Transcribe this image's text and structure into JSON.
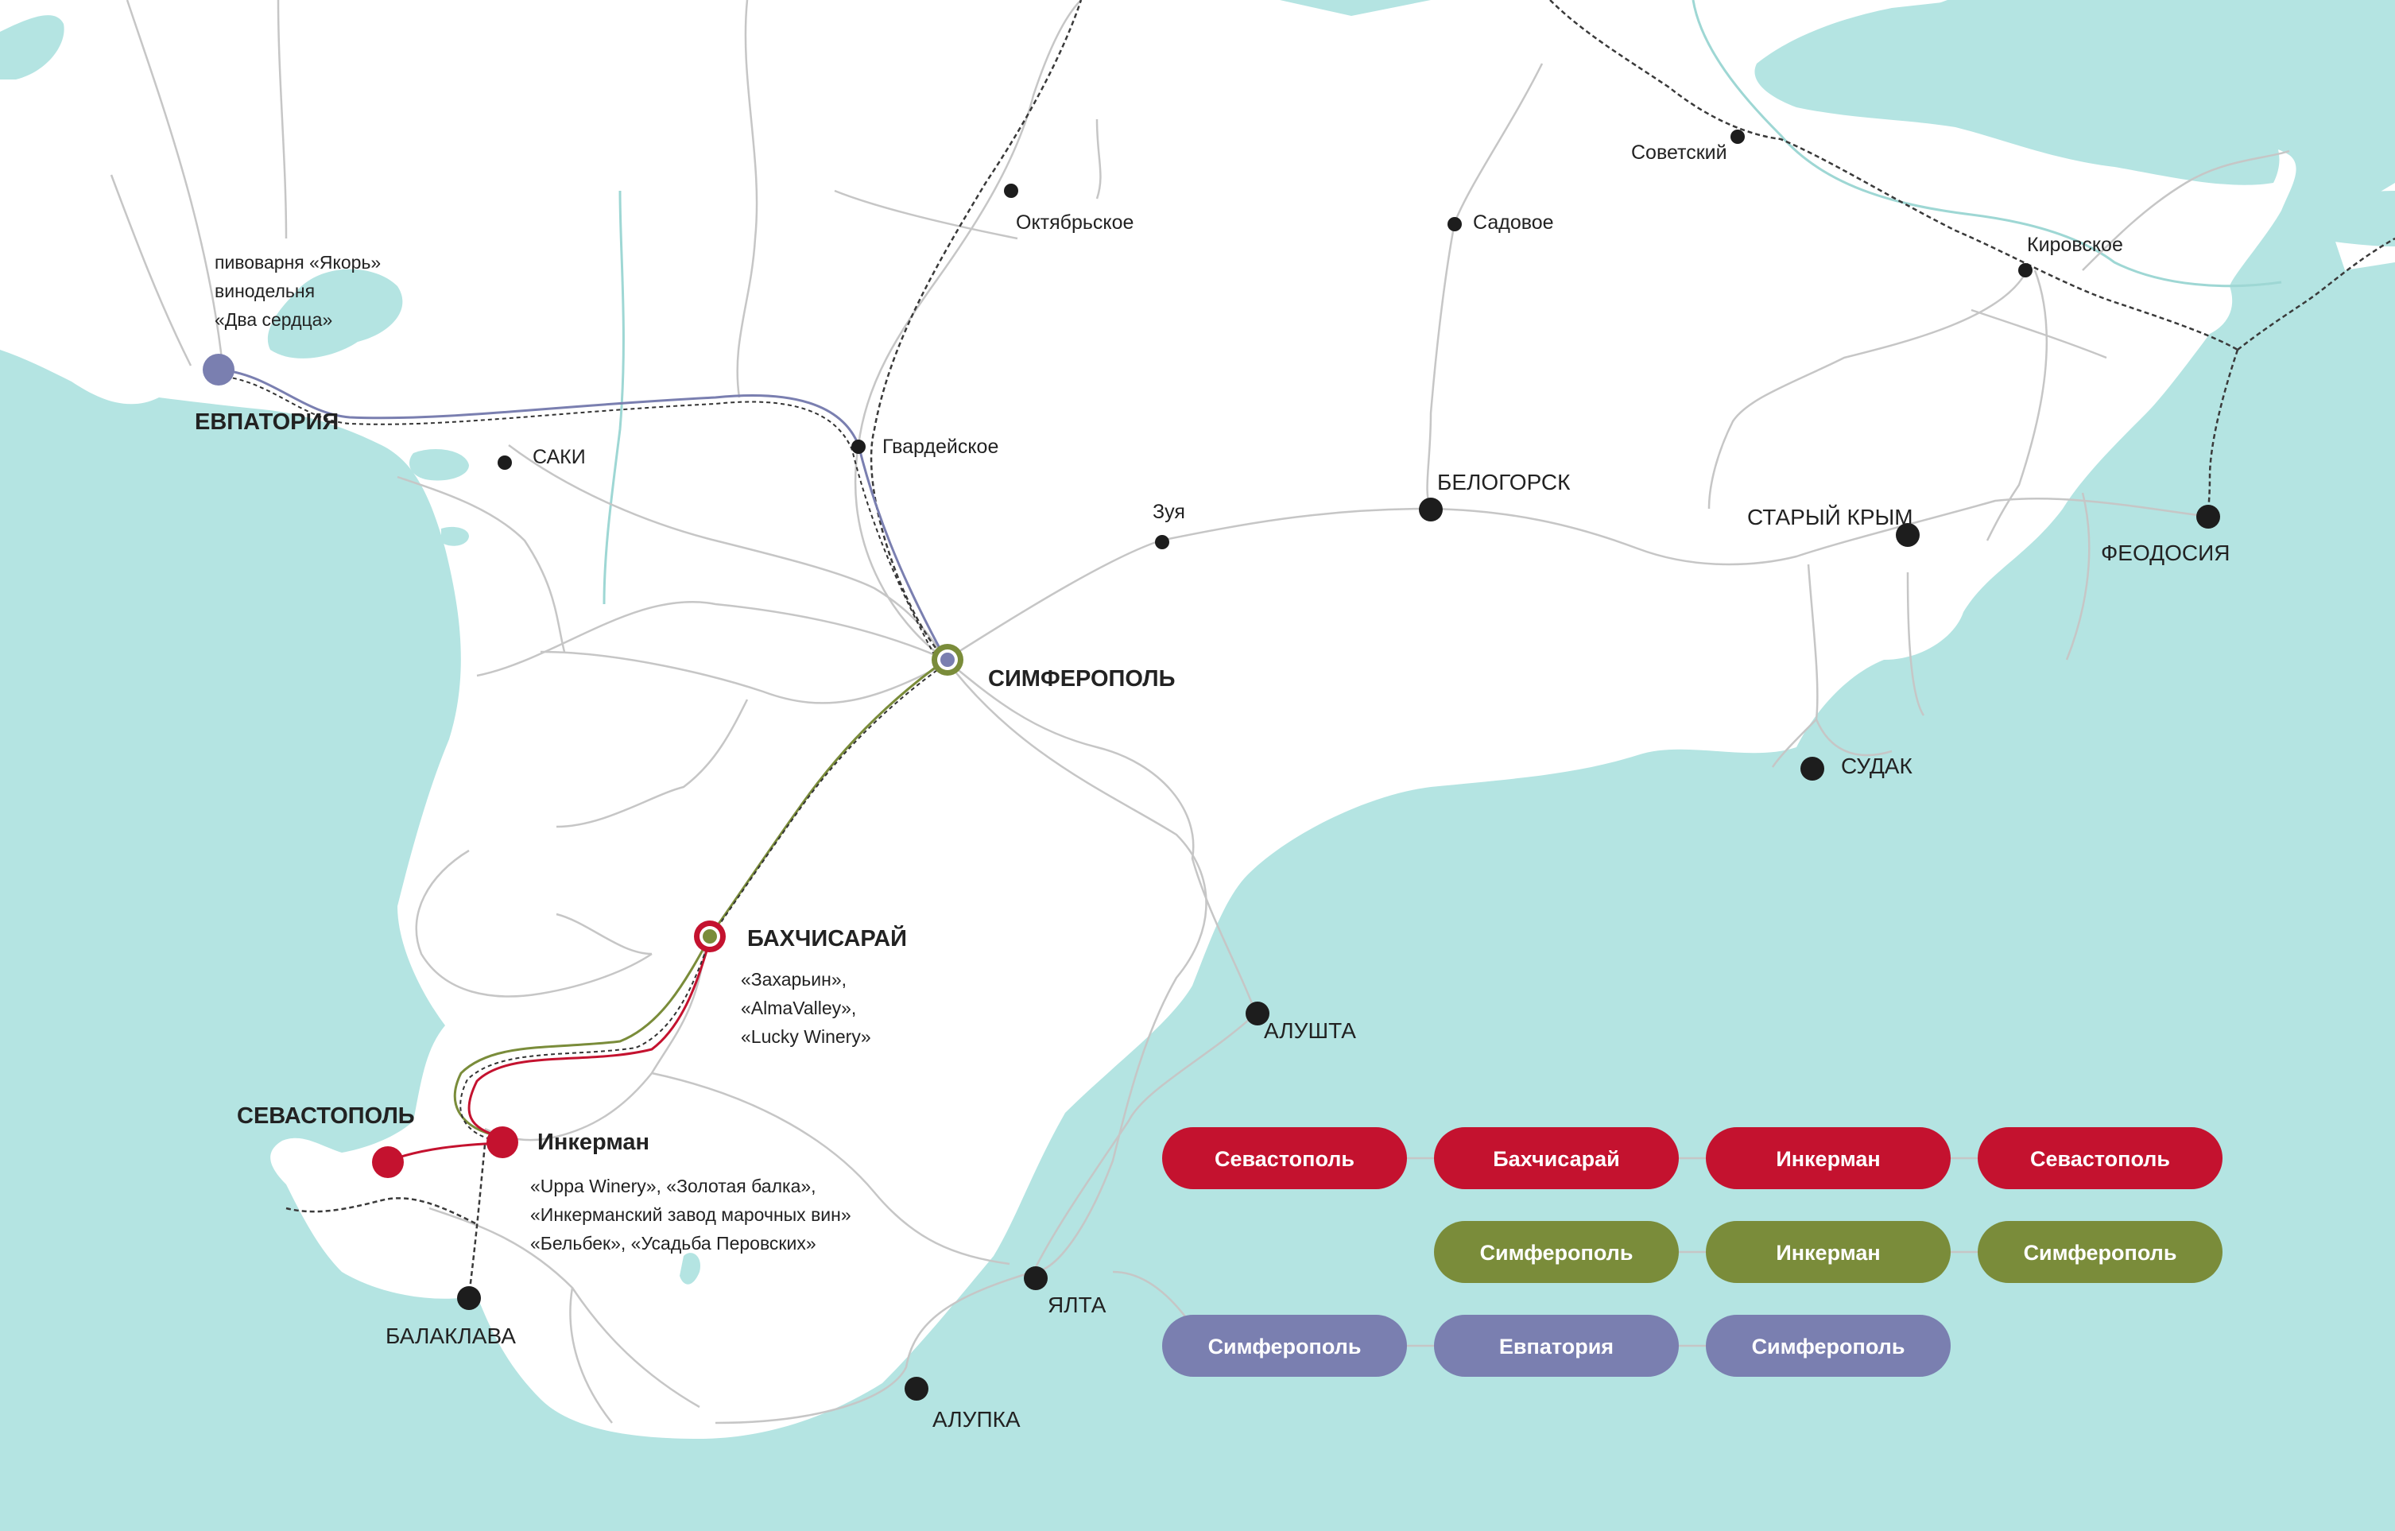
{
  "colors": {
    "sea": "#b4e4e2",
    "land": "#ffffff",
    "road": "#c4c4c4",
    "railway": "#333333",
    "route_red": "#c4122f",
    "route_green": "#7a8c3a",
    "route_purple": "#7a7fb0",
    "town": "#1d1d1d"
  },
  "places": {
    "yevpatoria": "ЕВПАТОРИЯ",
    "saki": "САКИ",
    "gvardeyskoe": "Гвардейское",
    "oktyabrskoe": "Октябрьское",
    "simferopol": "СИМФЕРОПОЛЬ",
    "zuya": "Зуя",
    "sadovoe": "Садовое",
    "belogorsk": "БЕЛОГОРСК",
    "sovetsky": "Советский",
    "kirovskoe": "Кировское",
    "stary_krym": "СТАРЫЙ КРЫМ",
    "feodosia": "ФЕОДОСИЯ",
    "sudak": "СУДАК",
    "alushta": "АЛУШТА",
    "yalta": "ЯЛТА",
    "alupka": "АЛУПКА",
    "bakhchisaray": "БАХЧИСАРАЙ",
    "sevastopol": "СЕВАСТОПОЛЬ",
    "inkerman": "Инкерман",
    "balaklava": "БАЛАКЛАВА"
  },
  "notes": {
    "yevpatoria": [
      "пивоварня «Якорь»",
      "винодельня",
      "«Два сердца»"
    ],
    "bakhchisaray": [
      "«Захарьин»,",
      "«AlmaValley»,",
      "«Lucky Winery»"
    ],
    "inkerman": [
      "«Uppa Winery», «Золотая балка»,",
      "«Инкерманский завод марочных вин»",
      "«Бельбек», «Усадьба Перовских»"
    ]
  },
  "routes": {
    "red": [
      "Севастополь",
      "Бахчисарай",
      "Инкерман",
      "Севастополь"
    ],
    "green": [
      "Симферополь",
      "Инкерман",
      "Симферополь"
    ],
    "purple": [
      "Симферополь",
      "Евпатория",
      "Симферополь"
    ]
  }
}
